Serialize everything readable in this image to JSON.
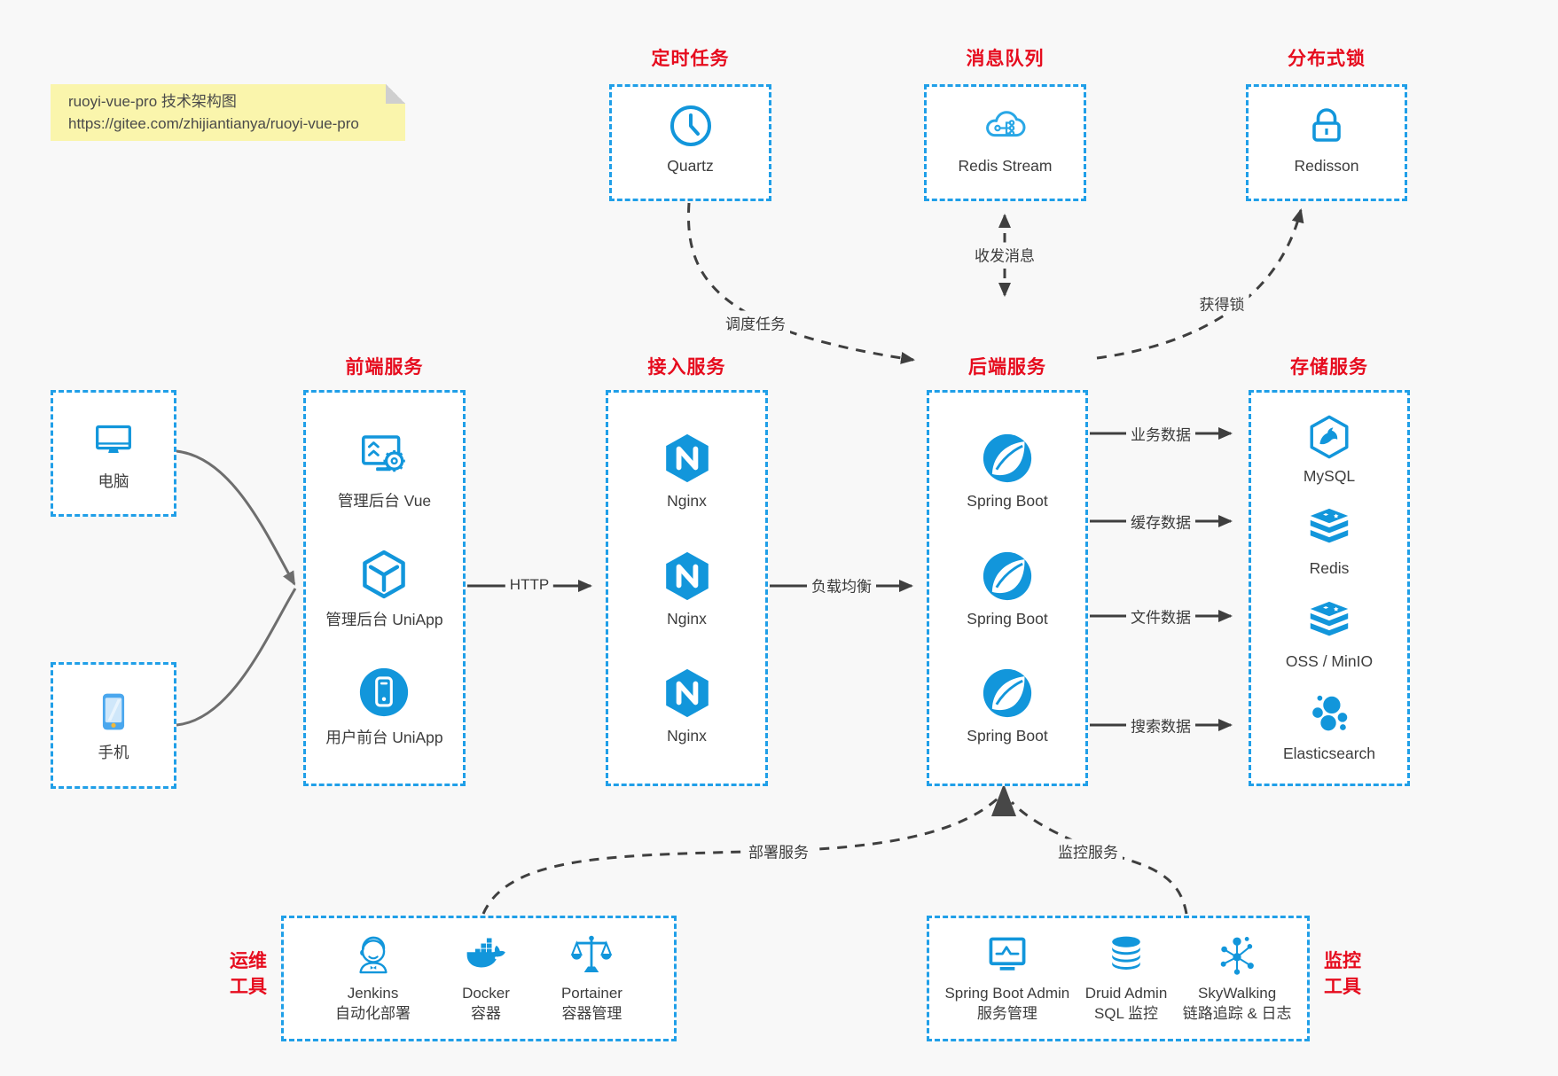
{
  "colors": {
    "accent": "#1296db",
    "box_border": "#209fe8",
    "title_red": "#e60c1e",
    "arrow_dark": "#3f3f3f",
    "arrow_gray": "#6e6e6e",
    "note_bg": "#faf5ac",
    "page_bg": "#f8f8f8"
  },
  "note": {
    "line1": "ruoyi-vue-pro 技术架构图",
    "line2": "https://gitee.com/zhijiantianya/ruoyi-vue-pro"
  },
  "top_groups": [
    {
      "title": "定时任务",
      "item": {
        "icon": "clock-icon",
        "label": "Quartz"
      }
    },
    {
      "title": "消息队列",
      "item": {
        "icon": "cloud-stream-icon",
        "label": "Redis Stream"
      }
    },
    {
      "title": "分布式锁",
      "item": {
        "icon": "lock-icon",
        "label": "Redisson"
      }
    }
  ],
  "clients": [
    {
      "icon": "desktop-icon",
      "label": "电脑"
    },
    {
      "icon": "mobile-icon",
      "label": "手机"
    }
  ],
  "columns": [
    {
      "title": "前端服务",
      "items": [
        {
          "icon": "admin-vue-icon",
          "label": "管理后台 Vue"
        },
        {
          "icon": "cube-icon",
          "label": "管理后台 UniApp"
        },
        {
          "icon": "user-app-icon",
          "label": "用户前台 UniApp"
        }
      ]
    },
    {
      "title": "接入服务",
      "items": [
        {
          "icon": "nginx-icon",
          "label": "Nginx"
        },
        {
          "icon": "nginx-icon",
          "label": "Nginx"
        },
        {
          "icon": "nginx-icon",
          "label": "Nginx"
        }
      ]
    },
    {
      "title": "后端服务",
      "items": [
        {
          "icon": "spring-icon",
          "label": "Spring Boot"
        },
        {
          "icon": "spring-icon",
          "label": "Spring Boot"
        },
        {
          "icon": "spring-icon",
          "label": "Spring Boot"
        }
      ]
    },
    {
      "title": "存储服务",
      "items": [
        {
          "icon": "mysql-icon",
          "label": "MySQL"
        },
        {
          "icon": "redis-stack-icon",
          "label": "Redis"
        },
        {
          "icon": "storage-stack-icon",
          "label": "OSS / MinIO"
        },
        {
          "icon": "elasticsearch-icon",
          "label": "Elasticsearch"
        }
      ]
    }
  ],
  "edges": {
    "http": "HTTP",
    "load_balance": "负载均衡",
    "schedule": "调度任务",
    "messaging": "收发消息",
    "lock": "获得锁",
    "deploy": "部署服务",
    "monitor": "监控服务",
    "data_flows": [
      "业务数据",
      "缓存数据",
      "文件数据",
      "搜索数据"
    ]
  },
  "bottom_groups": [
    {
      "title_line1": "运维",
      "title_line2": "工具",
      "items": [
        {
          "icon": "jenkins-icon",
          "name": "Jenkins",
          "subtitle": "自动化部署"
        },
        {
          "icon": "docker-icon",
          "name": "Docker",
          "subtitle": "容器"
        },
        {
          "icon": "portainer-icon",
          "name": "Portainer",
          "subtitle": "容器管理"
        }
      ]
    },
    {
      "title_line1": "监控",
      "title_line2": "工具",
      "items": [
        {
          "icon": "spring-boot-admin-icon",
          "name": "Spring Boot Admin",
          "subtitle": "服务管理"
        },
        {
          "icon": "druid-icon",
          "name": "Druid Admin",
          "subtitle": "SQL 监控"
        },
        {
          "icon": "skywalking-icon",
          "name": "SkyWalking",
          "subtitle": "链路追踪 & 日志"
        }
      ]
    }
  ]
}
